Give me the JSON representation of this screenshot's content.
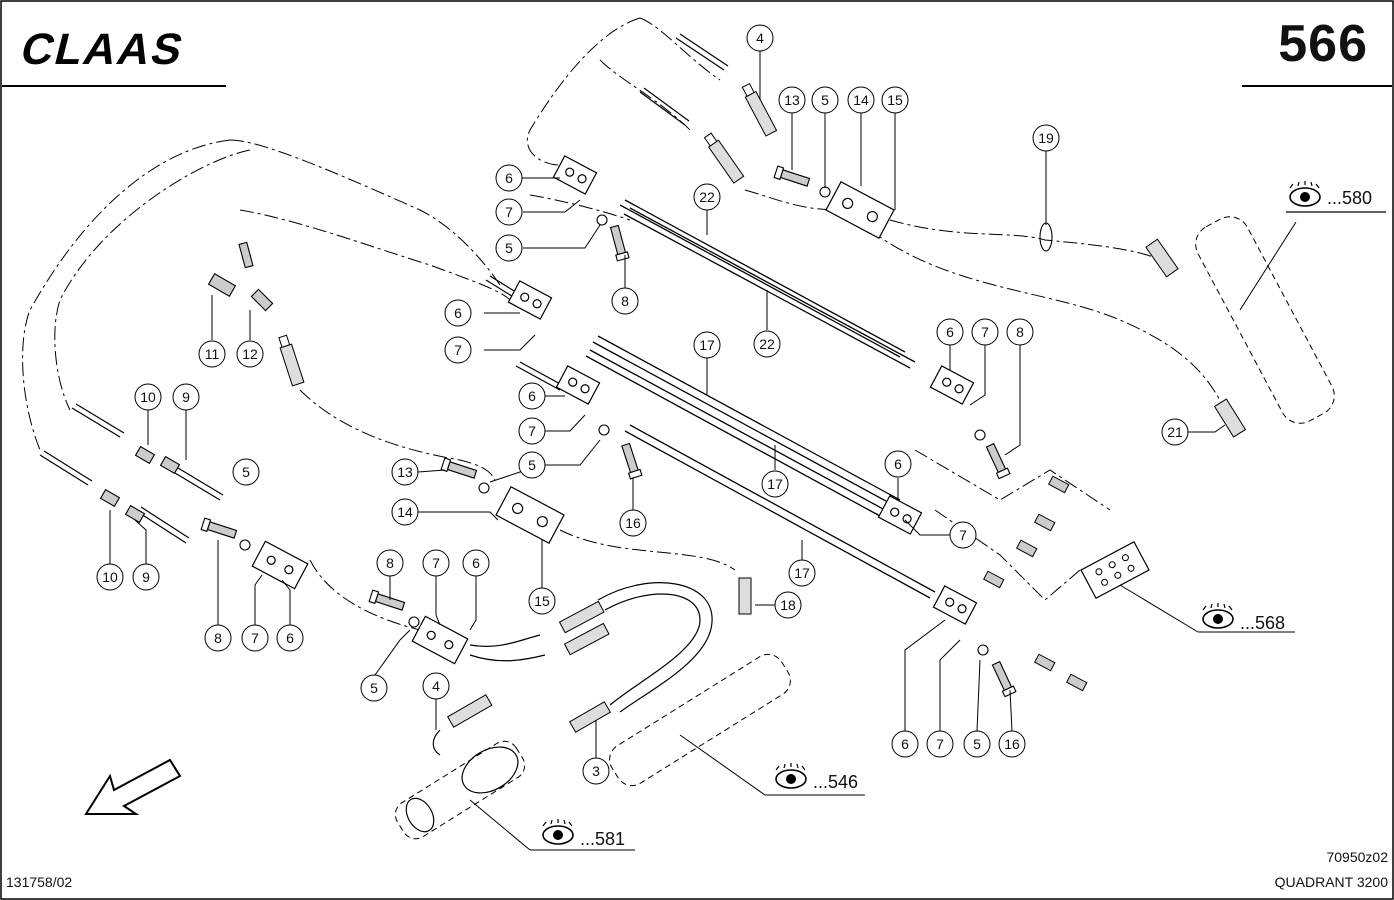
{
  "header": {
    "brand": "CLAAS",
    "page_number": "566"
  },
  "footer": {
    "doc_number": "131758/02",
    "drawing_number": "70950z02",
    "model": "QUADRANT 3200"
  },
  "references": {
    "r580": "...580",
    "r568": "...568",
    "r546": "...546",
    "r581": "...581"
  },
  "callouts": {
    "c_top_4": "4",
    "c_top_13": "13",
    "c_top_5": "5",
    "c_top_14": "14",
    "c_top_15": "15",
    "c_19": "19",
    "c_6a": "6",
    "c_7a": "7",
    "c_5a": "5",
    "c_8a": "8",
    "c_22a": "22",
    "c_22b": "22",
    "c_6b": "6",
    "c_7b": "7",
    "c_11": "11",
    "c_12": "12",
    "c_17a": "17",
    "c_6c": "6",
    "c_7c": "7",
    "c_5c": "5",
    "c_10a": "10",
    "c_9a": "9",
    "c_6r": "6",
    "c_7r": "7",
    "c_8r": "8",
    "c_21": "21",
    "c_13m": "13",
    "c_5m": "5",
    "c_16m": "16",
    "c_14m": "14",
    "c_15m": "15",
    "c_17b": "17",
    "c_17c": "17",
    "c_6s": "6",
    "c_7s": "7",
    "c_5l": "5",
    "c_10b": "10",
    "c_9b": "9",
    "c_8l": "8",
    "c_7l": "7",
    "c_6l": "6",
    "c_8b": "8",
    "c_7d": "7",
    "c_6d": "6",
    "c_5d": "5",
    "c_18": "18",
    "c_4b": "4",
    "c_3": "3",
    "c_6e": "6",
    "c_7e": "7",
    "c_5e": "5",
    "c_16e": "16"
  },
  "icons": {
    "eye": "eye-icon",
    "arrow": "direction-arrow-icon"
  }
}
